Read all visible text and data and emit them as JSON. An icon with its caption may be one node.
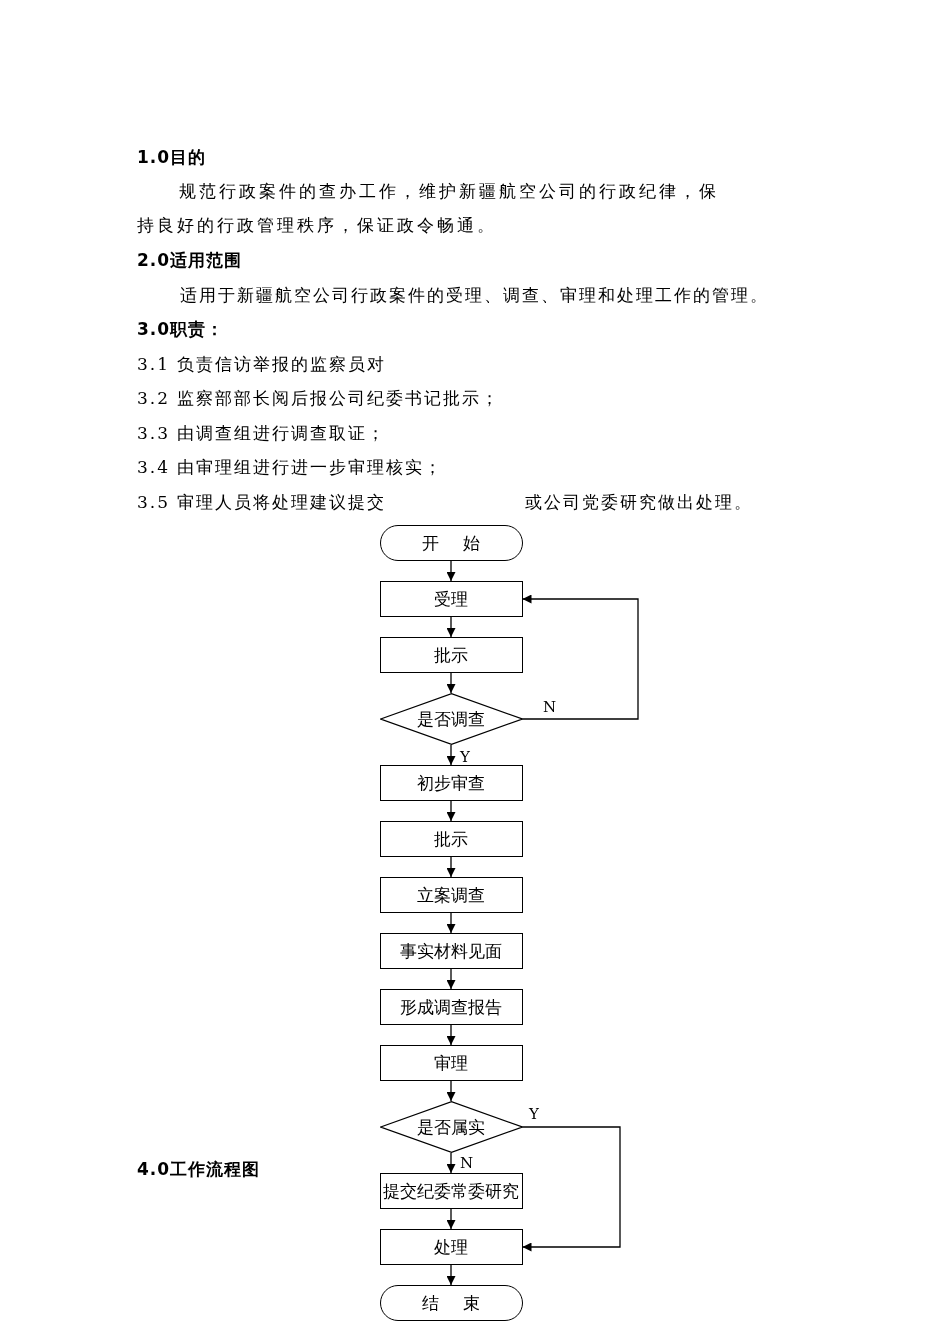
{
  "diagram": {
    "nodes": [
      {
        "text": [
          "开始"
        ]
      },
      {
        "text": [
          "受理"
        ]
      },
      {
        "text": [
          "批示"
        ]
      },
      {
        "text": [
          "是否调查"
        ]
      },
      {
        "text": [
          "初步审查"
        ]
      },
      {
        "text": [
          "批示"
        ]
      },
      {
        "text": [
          "立案调查"
        ]
      },
      {
        "text": [
          "事实材料见面"
        ]
      },
      {
        "text": [
          "形成调查报告"
        ]
      },
      {
        "text": [
          "审理"
        ]
      },
      {
        "text": [
          "是否属实"
        ]
      },
      {
        "text": [
          "提交纪委常委研究"
        ]
      },
      {
        "text": [
          "处理"
        ]
      },
      {
        "text": [
          "结束"
        ]
      }
    ],
    "edges": [
      {
        "from": 0,
        "to": 1,
        "arrow": "to"
      },
      {
        "from": 1,
        "to": 2,
        "arrow": "to"
      },
      {
        "from": 2,
        "to": 3,
        "arrow": "to"
      },
      {
        "from": 3,
        "to": 1,
        "arrow": "to",
        "label": "N"
      },
      {
        "from": 3,
        "to": 4,
        "arrow": "to",
        "label": "Y"
      },
      {
        "from": 4,
        "to": 5,
        "arrow": "to"
      },
      {
        "from": 5,
        "to": 6,
        "arrow": "to"
      },
      {
        "from": 6,
        "to": 7,
        "arrow": "to"
      },
      {
        "from": 7,
        "to": 8,
        "arrow": "to"
      },
      {
        "from": 8,
        "to": 9,
        "arrow": "to"
      },
      {
        "from": 9,
        "to": 10,
        "arrow": "to"
      },
      {
        "from": 10,
        "to": 12,
        "arrow": "to",
        "label": "Y"
      },
      {
        "from": 10,
        "to": 11,
        "arrow": "to",
        "label": "N"
      },
      {
        "from": 11,
        "to": 12,
        "arrow": "to"
      },
      {
        "from": 12,
        "to": 13,
        "arrow": "to"
      }
    ],
    "labels": [
      "1.0目的",
      "规范行政案件的查办工作，维护新疆航空公司的行政纪律，保持良好的行政管理秩序，保证政令畅通。",
      "2.0适用范围",
      "适用于新疆航空公司行政案件的受理、调查、审理和处理工作的管理。",
      "3.0职责：",
      "3.1 负责信访举报的监察员对",
      "3.2 监察部部长阅后报公司纪委书记批示；",
      "3.3 由调查组进行调查取证；",
      "3.4 由审理组进行进一步审理核实；",
      "3.5 审理人员将处理建议提交",
      "或公司党委研究做出处理。",
      "4.0工作流程图"
    ]
  }
}
